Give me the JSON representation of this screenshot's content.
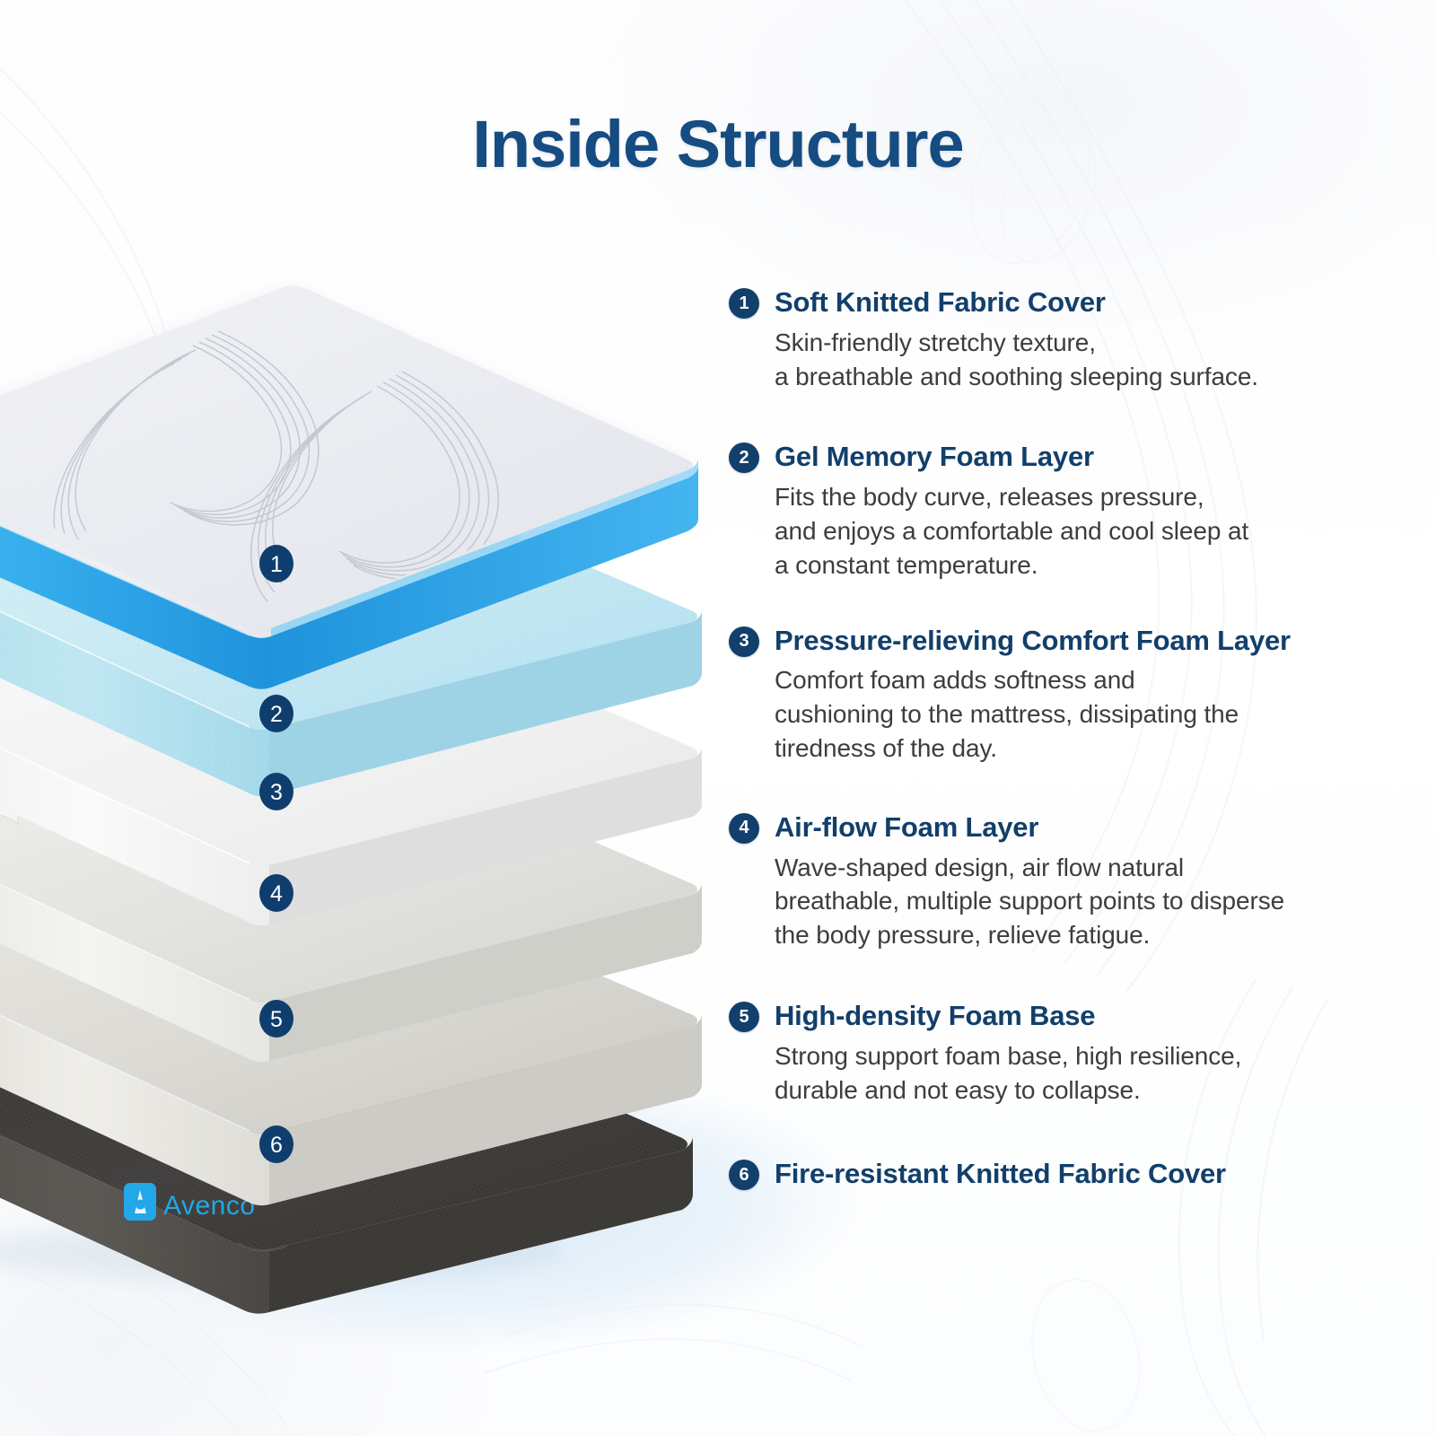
{
  "page": {
    "title": "Inside Structure",
    "brand": "Avenco"
  },
  "colors": {
    "title_navy": "#154c81",
    "badge_navy": "#123f6b",
    "accent_blue": "#2ba5e8",
    "body_text": "#3d3d3d",
    "gel_foam": "#bfe5f0",
    "comfort_foam": "#f4f5f6",
    "airflow_foam": "#e8e8e6",
    "base_foam": "#dedcd7",
    "fire_cover": "#4a4845",
    "background": "#ffffff"
  },
  "illustration": {
    "alt": "exploded view of six-layer memory foam mattress",
    "layer_markers": [
      {
        "number": "1",
        "name": "soft-knitted-fabric-cover"
      },
      {
        "number": "2",
        "name": "gel-memory-foam-layer"
      },
      {
        "number": "3",
        "name": "pressure-relieving-comfort-foam-layer"
      },
      {
        "number": "4",
        "name": "air-flow-foam-layer"
      },
      {
        "number": "5",
        "name": "high-density-foam-base"
      },
      {
        "number": "6",
        "name": "fire-resistant-knitted-fabric-cover"
      }
    ],
    "logo_text": "Avenco"
  },
  "legend": {
    "items": [
      {
        "number": "1",
        "title": "Soft Knitted Fabric Cover",
        "lines": [
          "Skin-friendly stretchy texture,",
          "a breathable and soothing sleeping surface."
        ]
      },
      {
        "number": "2",
        "title": "Gel Memory Foam Layer",
        "lines": [
          "Fits the body curve, releases pressure,",
          "and enjoys a comfortable and cool sleep at",
          "a constant temperature."
        ]
      },
      {
        "number": "3",
        "title": "Pressure-relieving Comfort Foam Layer",
        "lines": [
          "Comfort foam adds softness and",
          "cushioning to the mattress, dissipating the",
          "tiredness of the day."
        ]
      },
      {
        "number": "4",
        "title": "Air-flow Foam Layer",
        "lines": [
          "Wave-shaped design, air flow natural",
          "breathable, multiple support points to disperse",
          "the body pressure, relieve fatigue."
        ]
      },
      {
        "number": "5",
        "title": "High-density Foam Base",
        "lines": [
          "Strong support foam base, high resilience,",
          "durable and not easy to collapse."
        ]
      },
      {
        "number": "6",
        "title": "Fire-resistant Knitted Fabric Cover",
        "lines": []
      }
    ]
  }
}
